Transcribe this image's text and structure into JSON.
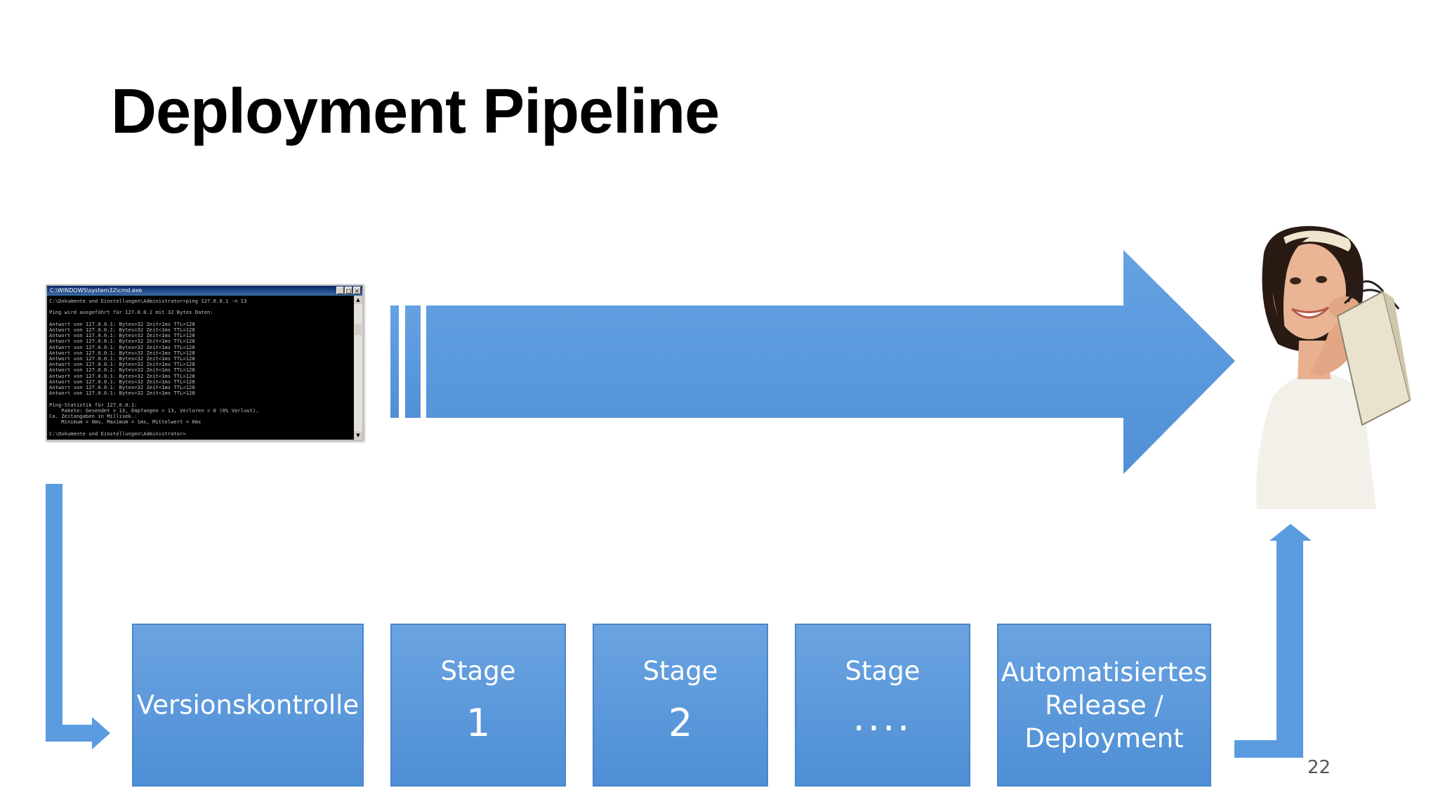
{
  "slide": {
    "title": "Deployment Pipeline",
    "page_number": "22"
  },
  "terminal": {
    "title": "C:\\WINDOWS\\system32\\cmd.exe",
    "lines": [
      "C:\\Dokumente und Einstellungen\\Administrator>ping 127.0.0.1 -n 13",
      "",
      "Ping wird ausgeführt für 127.0.0.1 mit 32 Bytes Daten:",
      "",
      "Antwort von 127.0.0.1: Bytes=32 Zeit<1ms TTL=128",
      "Antwort von 127.0.0.1: Bytes=32 Zeit<1ms TTL=128",
      "Antwort von 127.0.0.1: Bytes=32 Zeit<1ms TTL=128",
      "Antwort von 127.0.0.1: Bytes=32 Zeit<1ms TTL=128",
      "Antwort von 127.0.0.1: Bytes=32 Zeit<1ms TTL=128",
      "Antwort von 127.0.0.1: Bytes=32 Zeit<1ms TTL=128",
      "Antwort von 127.0.0.1: Bytes=32 Zeit<1ms TTL=128",
      "Antwort von 127.0.0.1: Bytes=32 Zeit<1ms TTL=128",
      "Antwort von 127.0.0.1: Bytes=32 Zeit<1ms TTL=128",
      "Antwort von 127.0.0.1: Bytes=32 Zeit<1ms TTL=128",
      "Antwort von 127.0.0.1: Bytes=32 Zeit<1ms TTL=128",
      "Antwort von 127.0.0.1: Bytes=32 Zeit<1ms TTL=128",
      "Antwort von 127.0.0.1: Bytes=32 Zeit<1ms TTL=128",
      "",
      "Ping-Statistik für 127.0.0.1:",
      "    Pakete: Gesendet = 13, Empfangen = 13, Verloren = 0 (0% Verlust),",
      "Ca. Zeitangaben in Millisek.:",
      "    Minimum = 0ms, Maximum = 1ms, Mittelwert = 0ms",
      "",
      "C:\\Dokumente und Einstellungen\\Administrator>"
    ]
  },
  "stages": [
    {
      "label": "Versionskontrolle"
    },
    {
      "label": "Stage",
      "number": "1"
    },
    {
      "label": "Stage",
      "number": "2"
    },
    {
      "label": "Stage",
      "number": "...."
    },
    {
      "lines": [
        "Automatisiertes",
        "Release /",
        "Deployment"
      ]
    }
  ],
  "colors": {
    "arrow": "#5b9bdf",
    "box": "#5b96d8",
    "box_border": "#4a86cb",
    "text_on_box": "#ffffff"
  },
  "icons": {
    "terminal": "cmd-window",
    "customer": "smiling-woman-with-shopping-bag"
  }
}
